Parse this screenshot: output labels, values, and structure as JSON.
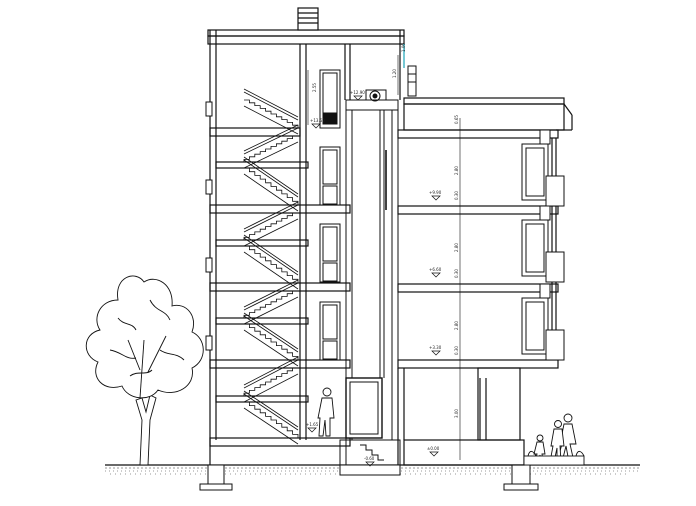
{
  "colors": {
    "line": "#111111",
    "ground": "#333333",
    "background": "#ffffff",
    "accent": "#1aa3b8"
  },
  "levels": {
    "roof_stair": "+13.50",
    "machine_room": "+12.90",
    "floor3": "+9.90",
    "floor2": "+6.60",
    "floor1": "+3.30",
    "landing": "+1.65",
    "ground": "±0.00",
    "pit": "-0.60"
  },
  "dims": {
    "parapet": "1.00",
    "roof_slab": "0.65",
    "floor_height": "2.80",
    "slab": "0.30",
    "ground_floor": "3.00",
    "machine_room": "1.20",
    "stair_top": "2.55"
  }
}
